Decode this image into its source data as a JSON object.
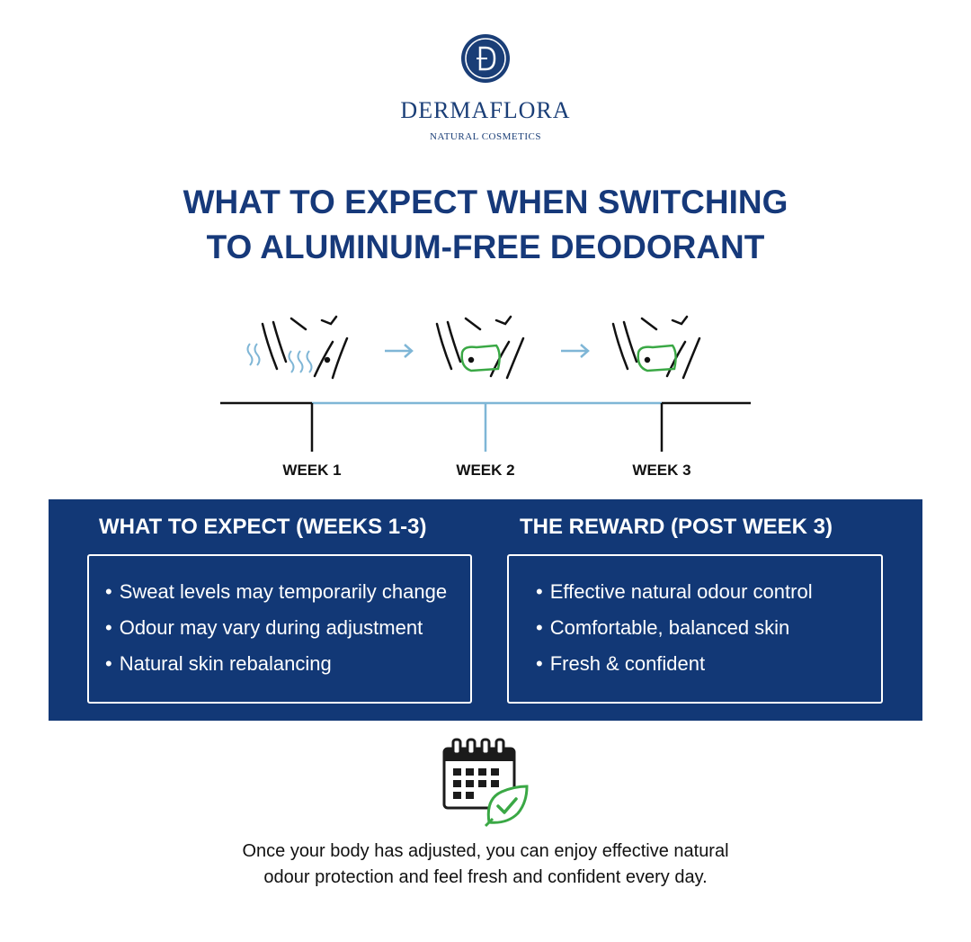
{
  "brand": {
    "name": "DERMAFLORA",
    "tagline": "NATURAL COSMETICS",
    "logo_icon": "letter-d-circle-logo",
    "color": "#1a3e77"
  },
  "headline": {
    "line1": "WHAT TO EXPECT WHEN SWITCHING",
    "line2": "TO ALUMINUM-FREE DEODORANT"
  },
  "timeline": {
    "weeks": [
      "WEEK 1",
      "WEEK 2",
      "WEEK 3"
    ],
    "icons": [
      "sweating-armpit-icon",
      "armpit-applying-deodorant-icon",
      "armpit-applying-deodorant-icon"
    ],
    "arrow_icon": "arrow-right-icon"
  },
  "panel": {
    "background": "#123876",
    "expect": {
      "title": "WHAT TO EXPECT (WEEKS 1-3)",
      "items": [
        "Sweat levels may temporarily change",
        "Odour may vary during adjustment",
        "Natural skin rebalancing"
      ]
    },
    "reward": {
      "title": "THE REWARD (POST WEEK 3)",
      "items": [
        "Effective natural odour control",
        "Comfortable, balanced skin",
        "Fresh & confident"
      ]
    }
  },
  "footer": {
    "icon": "calendar-leaf-check-icon",
    "line1": "Once your body has adjusted, you can enjoy effective natural",
    "line2": "odour protection and feel fresh and confident every day."
  },
  "colors": {
    "headline": "#16397a",
    "accent_light_blue": "#7fb6d6",
    "accent_green": "#3aa845"
  }
}
